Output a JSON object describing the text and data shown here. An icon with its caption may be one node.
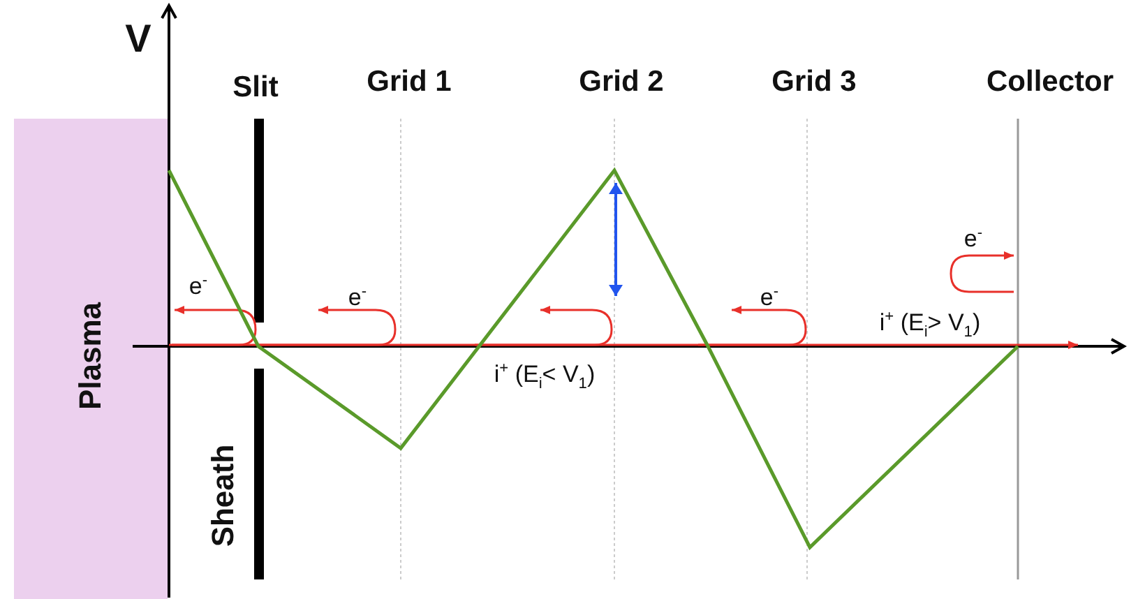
{
  "diagram": {
    "nodes": [
      {
        "text": [
          "Plasma"
        ]
      }
    ],
    "labels": [
      "V",
      "Slit",
      "Grid 1",
      "Grid 2",
      "Grid 3",
      "Collector",
      "e$^{-}$",
      "e$^{-}$",
      "e$^{-}$",
      "e$^{-}$",
      "i$^{+}$ (E$_{i}$> V$_{1}$)",
      "i$^{+}$ (E$_{i}$< V$_{1}$)",
      "Sheath"
    ]
  }
}
